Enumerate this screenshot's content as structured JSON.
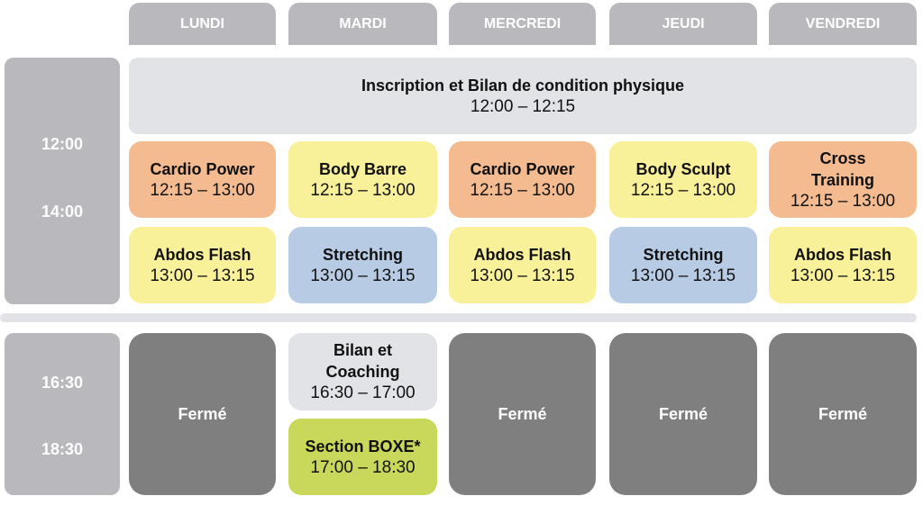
{
  "days": [
    "LUNDI",
    "MARDI",
    "MERCREDI",
    "JEUDI",
    "VENDREDI"
  ],
  "times": {
    "midi_start": "12:00",
    "midi_end": "14:00",
    "soir_start": "16:30",
    "soir_end": "18:30"
  },
  "banner": {
    "title": "Inscription et Bilan de condition physique",
    "time": "12:00 – 12:15"
  },
  "row1": [
    {
      "title": "Cardio Power",
      "time": "12:15 – 13:00"
    },
    {
      "title": "Body Barre",
      "time": "12:15 – 13:00"
    },
    {
      "title": "Cardio Power",
      "time": "12:15 – 13:00"
    },
    {
      "title": "Body Sculpt",
      "time": "12:15 – 13:00"
    },
    {
      "title": "Cross Training",
      "time": "12:15 – 13:00"
    }
  ],
  "row2": [
    {
      "title": "Abdos Flash",
      "time": "13:00 – 13:15"
    },
    {
      "title": "Stretching",
      "time": "13:00 – 13:15"
    },
    {
      "title": "Abdos Flash",
      "time": "13:00 – 13:15"
    },
    {
      "title": "Stretching",
      "time": "13:00 – 13:15"
    },
    {
      "title": "Abdos Flash",
      "time": "13:00 – 13:15"
    }
  ],
  "evening": {
    "closed_label": "Fermé",
    "mardi": [
      {
        "title": "Bilan et Coaching",
        "time": "16:30 – 17:00"
      },
      {
        "title": "Section BOXE*",
        "time": "17:00 – 18:30"
      }
    ]
  },
  "colors": {
    "orange": "#f4bb90",
    "yellow": "#f9f19a",
    "blue": "#b7cce4",
    "green": "#c9d85a",
    "gray": "#e2e3e7",
    "closed": "#7f7f7f"
  }
}
